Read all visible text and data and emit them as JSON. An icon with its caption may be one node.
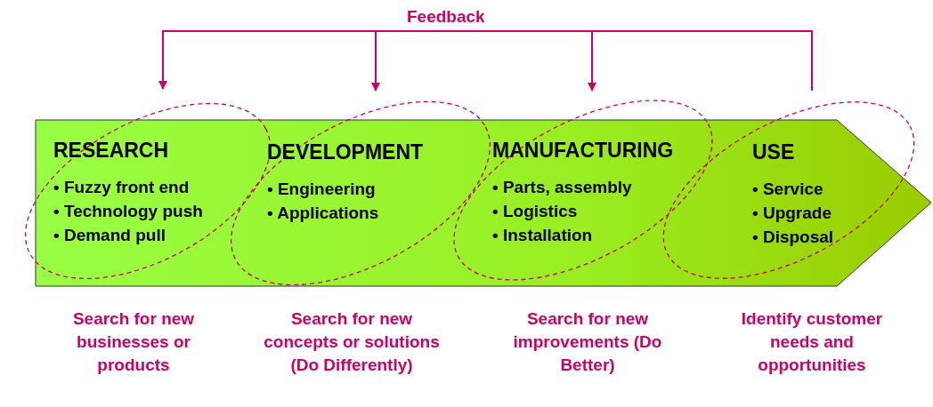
{
  "diagram": {
    "nodes": [
      {
        "text": [
          "RESEARCH",
          "• Fuzzy front end",
          "• Technology push",
          "• Demand pull"
        ],
        "beside": [
          "Search for new businesses or products"
        ]
      },
      {
        "text": [
          "DEVELOPMENT",
          "• Engineering",
          "• Applications"
        ],
        "beside": [
          "Search for new concepts or solutions (Do Differently)"
        ]
      },
      {
        "text": [
          "MANUFACTURING",
          "• Parts, assembly",
          "• Logistics",
          "• Installation"
        ],
        "beside": [
          "Search for new improvements (Do Better)"
        ]
      },
      {
        "text": [
          "USE",
          "• Service",
          "• Upgrade",
          "• Disposal"
        ],
        "beside": [
          "Identify customer needs and opportunities"
        ]
      }
    ],
    "edges": [
      {
        "from": 3,
        "to": 0,
        "arrow": "to",
        "label": "Feedback"
      },
      {
        "from": 3,
        "to": 1,
        "arrow": "to"
      },
      {
        "from": 3,
        "to": 2,
        "arrow": "to"
      }
    ]
  }
}
